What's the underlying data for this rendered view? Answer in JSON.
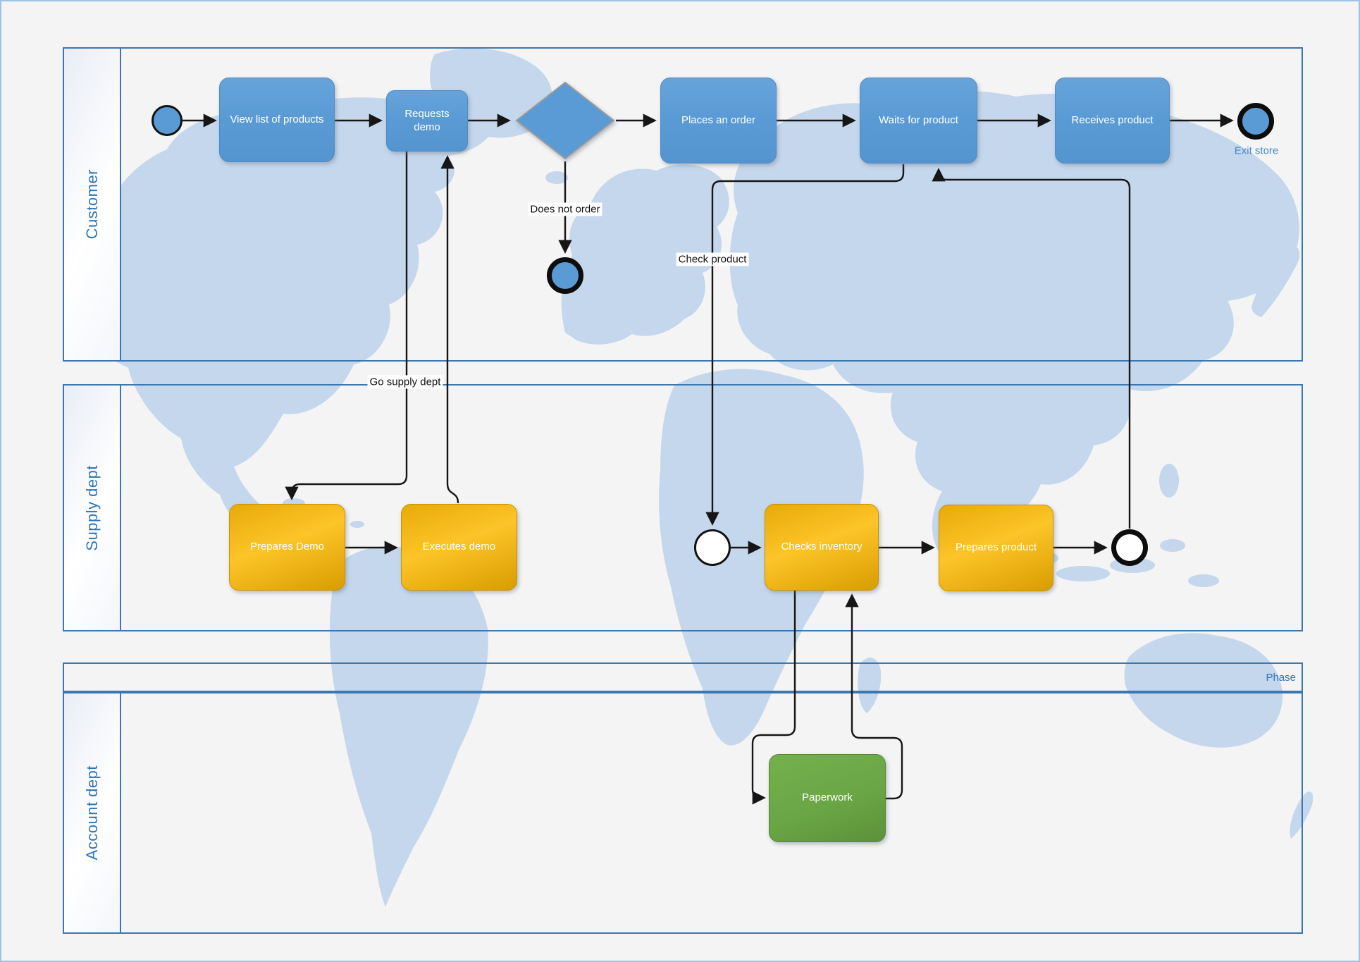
{
  "lanes": {
    "customer": {
      "label": "Customer"
    },
    "supply": {
      "label": "Supply dept"
    },
    "account": {
      "label": "Account dept"
    }
  },
  "phase": {
    "label": "Phase"
  },
  "nodes": {
    "view_list": {
      "label": "View list of products"
    },
    "requests_demo": {
      "label": "Requests demo"
    },
    "places_order": {
      "label": "Places an order"
    },
    "waits_product": {
      "label": "Waits for product"
    },
    "receives_product": {
      "label": "Receives product"
    },
    "prepares_demo": {
      "label": "Prepares Demo"
    },
    "executes_demo": {
      "label": "Executes demo"
    },
    "checks_inventory": {
      "label": "Checks inventory"
    },
    "prepares_product": {
      "label": "Prepares product"
    },
    "paperwork": {
      "label": "Paperwork"
    }
  },
  "edge_labels": {
    "does_not_order": "Does not order",
    "check_product": "Check product",
    "go_supply": "Go supply dept",
    "exit_store": "Exit store"
  },
  "colors": {
    "task_blue": "#5B9BD5",
    "task_orange": "#FDC428",
    "task_green": "#6AA646",
    "lane_border": "#3C77AD",
    "lane_text": "#2E75B6",
    "map_land": "#C4D7EC",
    "page_bg": "#F4F4F5",
    "connector": "#161616"
  }
}
